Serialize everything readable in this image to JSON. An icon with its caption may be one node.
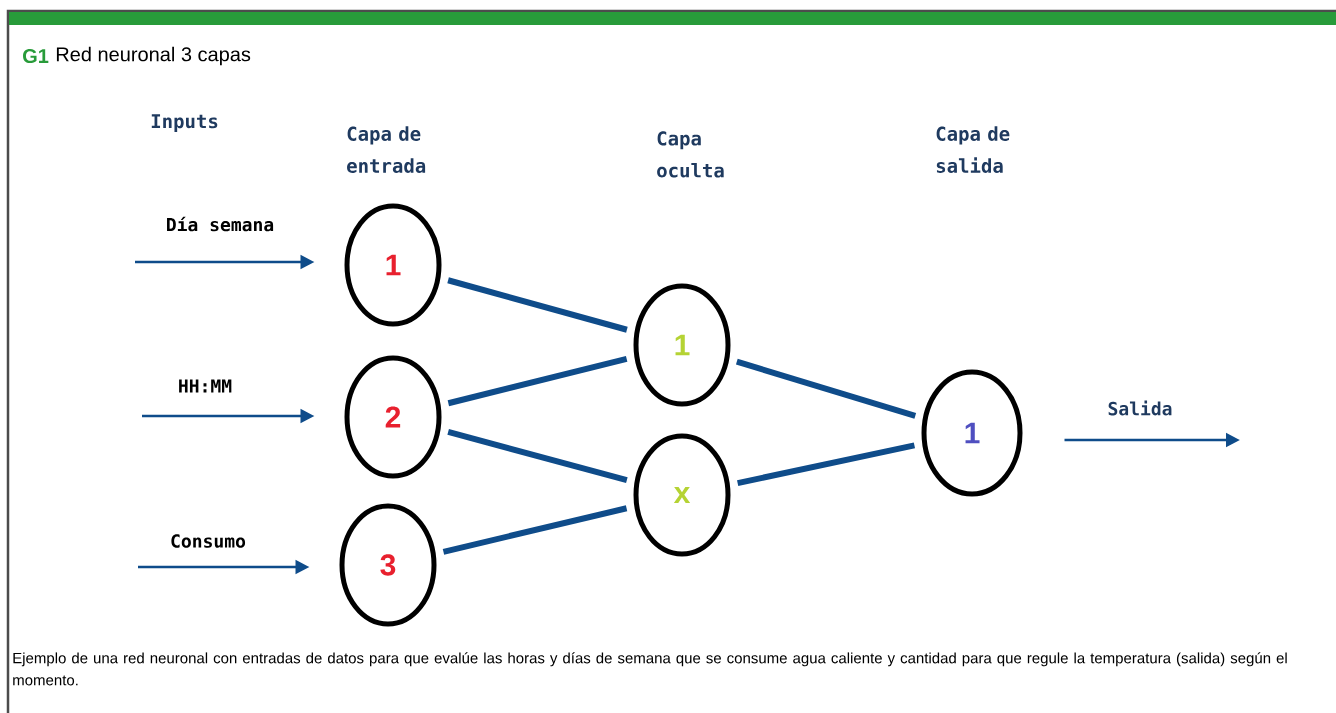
{
  "diagram": {
    "title": "Red neuronal 3 capas",
    "caption": "Ejemplo de una red neuronal con entradas de datos para que evalúe las horas y días de semana que se consume agua caliente y cantidad para que regule la temperatura (salida) según el momento.",
    "nodes": [
      {
        "text": [
          "1"
        ]
      },
      {
        "text": [
          "2"
        ]
      },
      {
        "text": [
          "3"
        ]
      },
      {
        "text": [
          "1"
        ]
      },
      {
        "text": [
          "x"
        ]
      },
      {
        "text": [
          "1"
        ]
      }
    ],
    "edges": [
      {
        "from": null,
        "to": 0,
        "arrow": "to",
        "label": "Día semana"
      },
      {
        "from": null,
        "to": 1,
        "arrow": "to",
        "label": "HH:MM"
      },
      {
        "from": null,
        "to": 2,
        "arrow": "to",
        "label": "Consumo"
      },
      {
        "from": 0,
        "to": 3,
        "arrow": "none"
      },
      {
        "from": 1,
        "to": 3,
        "arrow": "none"
      },
      {
        "from": 1,
        "to": 4,
        "arrow": "none"
      },
      {
        "from": 2,
        "to": 4,
        "arrow": "none"
      },
      {
        "from": 3,
        "to": 5,
        "arrow": "none"
      },
      {
        "from": 4,
        "to": 5,
        "arrow": "none"
      },
      {
        "from": 5,
        "to": null,
        "arrow": "to",
        "label": "Salida"
      }
    ],
    "labels": [
      "G1",
      "Inputs",
      "Capa de entrada",
      "Capa oculta",
      "Capa de salida"
    ]
  }
}
